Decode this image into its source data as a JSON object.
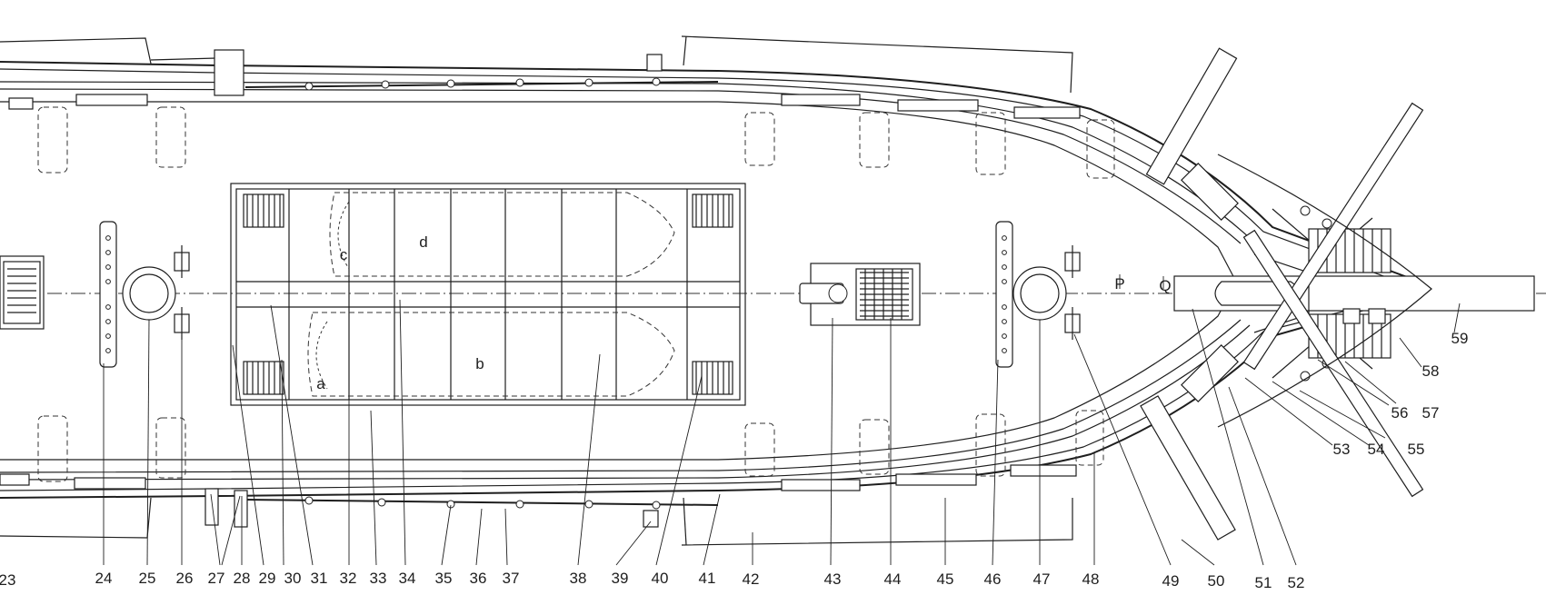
{
  "callouts": [
    "23",
    "24",
    "25",
    "26",
    "27",
    "28",
    "29",
    "30",
    "31",
    "32",
    "33",
    "34",
    "35",
    "36",
    "37",
    "38",
    "39",
    "40",
    "41",
    "42",
    "43",
    "44",
    "45",
    "46",
    "47",
    "48",
    "49",
    "50",
    "51",
    "52",
    "53",
    "54",
    "55",
    "56",
    "57",
    "58",
    "59"
  ],
  "boat_letters": [
    "a",
    "b",
    "c",
    "d"
  ],
  "station_letters": [
    "P",
    "Q"
  ]
}
